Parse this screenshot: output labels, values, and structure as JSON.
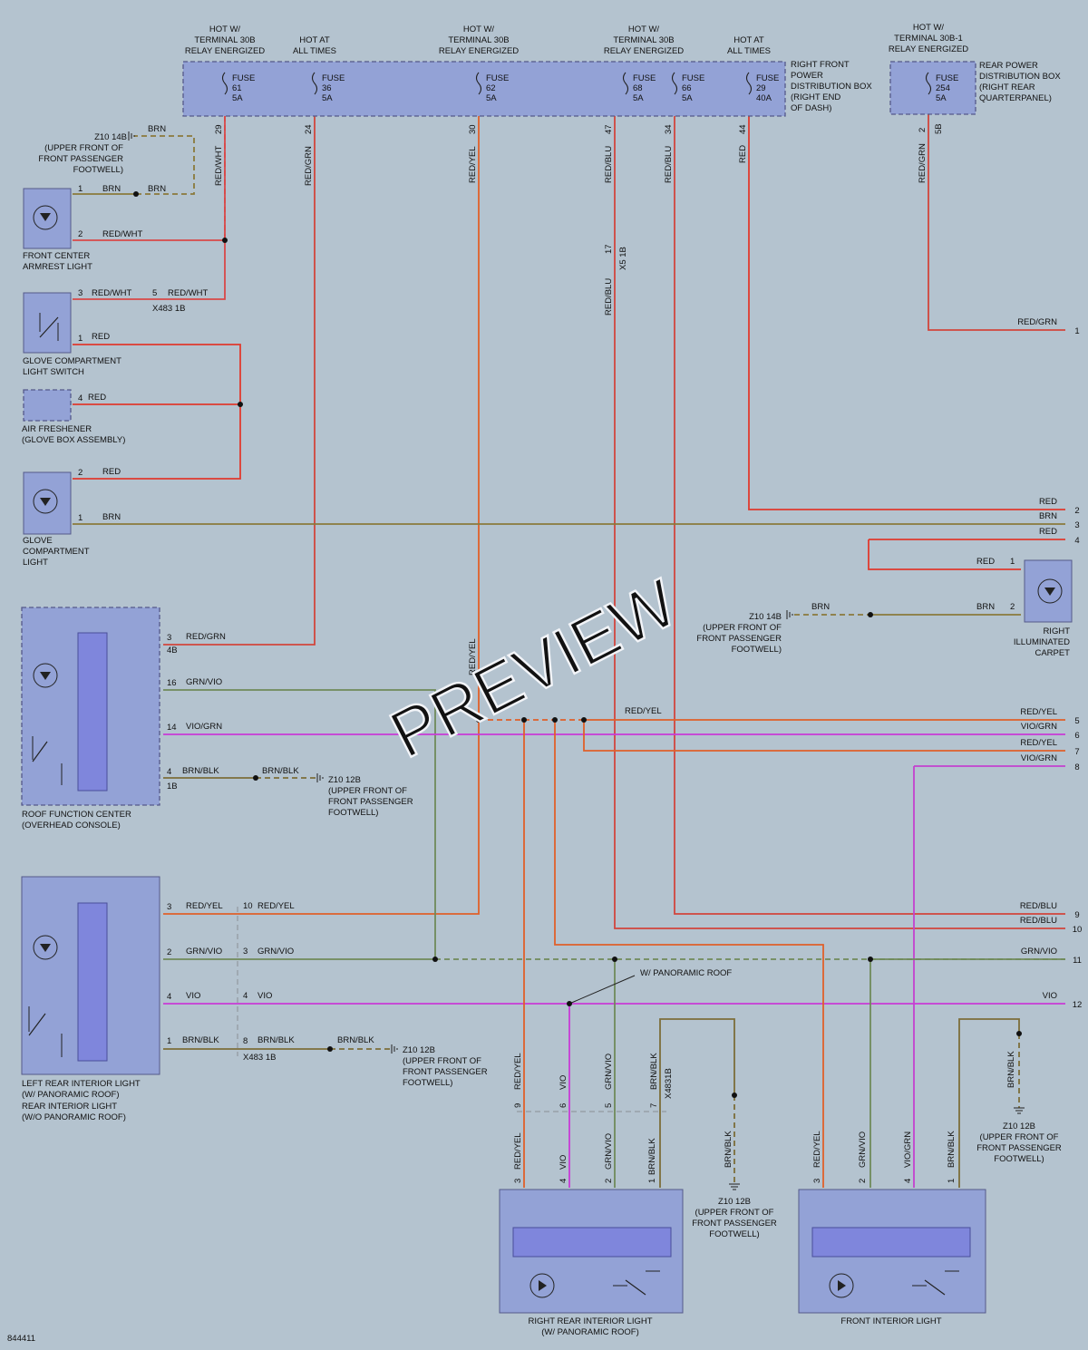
{
  "colors": {
    "background": "#b4c3cf",
    "RED": "#e03a2e",
    "REDWHT": "#d94848",
    "REDGRN": "#d2463c",
    "REDYEL": "#e0602a",
    "REDBLU": "#d2453d",
    "BRN": "#8a7a3c",
    "BRNBLK": "#7c6e3a",
    "GRNVIO": "#6f8a5a",
    "VIO": "#c83ad6",
    "VIOGRN": "#c341cf"
  },
  "watermark": "PREVIEW",
  "figure_id": "844411",
  "power": {
    "relay_labels": [
      [
        "HOT W/",
        "TERMINAL 30B",
        "RELAY ENERGIZED"
      ],
      [
        "HOT AT",
        "ALL TIMES"
      ],
      [
        "HOT W/",
        "TERMINAL 30B",
        "RELAY ENERGIZED"
      ],
      [
        "HOT W/",
        "TERMINAL 30B",
        "RELAY ENERGIZED"
      ],
      [
        "HOT AT",
        "ALL TIMES"
      ],
      [
        "HOT W/",
        "TERMINAL 30B-1",
        "RELAY ENERGIZED"
      ]
    ],
    "fuses": [
      [
        "FUSE",
        "61",
        "5A"
      ],
      [
        "FUSE",
        "36",
        "5A"
      ],
      [
        "FUSE",
        "62",
        "5A"
      ],
      [
        "FUSE",
        "68",
        "5A"
      ],
      [
        "FUSE",
        "66",
        "5A"
      ],
      [
        "FUSE",
        "29",
        "40A"
      ],
      [
        "FUSE",
        "254",
        "5A"
      ]
    ],
    "front_box": [
      "RIGHT FRONT",
      "POWER",
      "DISTRIBUTION BOX",
      "(RIGHT END",
      "OF DASH)"
    ],
    "rear_box": [
      "REAR POWER",
      "DISTRIBUTION BOX",
      "(RIGHT REAR",
      "QUARTERPANEL)"
    ]
  },
  "wires": {
    "pin_labels": [
      "29",
      "24",
      "30",
      "47",
      "34",
      "44",
      "2",
      "5B"
    ],
    "wire_labels": [
      "RED/WHT",
      "RED/GRN",
      "RED/YEL",
      "RED/BLU",
      "RED/BLU",
      "RED",
      "RED/GRN"
    ],
    "x5": "X5 1B",
    "x5_pin": "17",
    "x483": "X483 1B",
    "x4831": "X4831B"
  },
  "components": {
    "front_center_armrest": [
      "FRONT CENTER",
      "ARMREST LIGHT"
    ],
    "glove_switch": [
      "GLOVE COMPARTMENT",
      "LIGHT SWITCH"
    ],
    "air_freshener": [
      "AIR FRESHENER",
      "(GLOVE BOX ASSEMBLY)"
    ],
    "glove_light": [
      "GLOVE",
      "COMPARTMENT",
      "LIGHT"
    ],
    "roof_function": [
      "ROOF FUNCTION CENTER",
      "(OVERHEAD CONSOLE)"
    ],
    "left_rear": [
      "LEFT REAR INTERIOR LIGHT",
      "(W/ PANORAMIC ROOF)",
      "REAR INTERIOR LIGHT",
      "(W/O PANORAMIC ROOF)"
    ],
    "right_carpet": [
      "RIGHT",
      "ILLUMINATED",
      "CARPET"
    ],
    "right_rear": [
      "RIGHT REAR INTERIOR LIGHT",
      "(W/ PANORAMIC ROOF)"
    ],
    "front_interior": [
      "FRONT INTERIOR LIGHT"
    ]
  },
  "grounds": {
    "z10_14b": "Z10 14B",
    "z10_12b": "Z10 12B",
    "location": [
      "(UPPER FRONT OF",
      "FRONT PASSENGER",
      "FOOTWELL)"
    ]
  },
  "annotations": {
    "panoramic": "W/ PANORAMIC ROOF"
  },
  "connectors": [
    {
      "num": "1",
      "color": "RED/GRN"
    },
    {
      "num": "2",
      "color": "RED"
    },
    {
      "num": "3",
      "color": "BRN"
    },
    {
      "num": "4",
      "color": "RED"
    },
    {
      "num": "5",
      "color": "RED/YEL"
    },
    {
      "num": "6",
      "color": "VIO/GRN"
    },
    {
      "num": "7",
      "color": "RED/YEL"
    },
    {
      "num": "8",
      "color": "VIO/GRN"
    },
    {
      "num": "9",
      "color": "RED/BLU"
    },
    {
      "num": "10",
      "color": "RED/BLU"
    },
    {
      "num": "11",
      "color": "GRN/VIO"
    },
    {
      "num": "12",
      "color": "VIO"
    }
  ],
  "left_pins": {
    "armrest": [
      [
        "1",
        "BRN",
        "BRN"
      ],
      [
        "2",
        "RED/WHT",
        ""
      ]
    ],
    "glove_switch": [
      [
        "3",
        "RED/WHT",
        "5",
        "RED/WHT"
      ],
      [
        "1",
        "RED"
      ]
    ],
    "air": [
      [
        "4",
        "RED"
      ]
    ],
    "glove_light": [
      [
        "2",
        "RED"
      ],
      [
        "1",
        "BRN"
      ]
    ],
    "roof": [
      [
        "3",
        "RED/GRN",
        "4B"
      ],
      [
        "16",
        "GRN/VIO"
      ],
      [
        "14",
        "VIO/GRN"
      ],
      [
        "4",
        "BRN/BLK",
        "1B",
        "BRN/BLK"
      ]
    ],
    "left_rear": [
      [
        "3",
        "RED/YEL",
        "10",
        "RED/YEL"
      ],
      [
        "2",
        "GRN/VIO",
        "3",
        "GRN/VIO"
      ],
      [
        "4",
        "VIO",
        "4",
        "VIO"
      ],
      [
        "1",
        "BRN/BLK",
        "8",
        "BRN/BLK",
        "BRN/BLK"
      ]
    ],
    "carpet": [
      [
        "RED",
        "1"
      ],
      [
        "BRN",
        "2"
      ]
    ],
    "ground_brn": [
      "BRN",
      "BRN"
    ],
    "redyel_mid": "RED/YEL"
  },
  "bottom": {
    "rr_upper": [
      [
        "9",
        "RED/YEL"
      ],
      [
        "6",
        "VIO"
      ],
      [
        "5",
        "GRN/VIO"
      ],
      [
        "7",
        "BRN/BLK"
      ]
    ],
    "rr_lower": [
      [
        "3",
        "RED/YEL"
      ],
      [
        "4",
        "VIO"
      ],
      [
        "2",
        "GRN/VIO"
      ],
      [
        "1",
        "BRN/BLK"
      ]
    ],
    "rr_gnd": "BRN/BLK",
    "fi_lower": [
      [
        "3",
        "RED/YEL"
      ],
      [
        "2",
        "GRN/VIO"
      ],
      [
        "4",
        "VIO/GRN"
      ],
      [
        "1",
        "BRN/BLK"
      ]
    ],
    "fi_gnd": "BRN/BLK",
    "redyel_vert": "RED/YEL"
  }
}
